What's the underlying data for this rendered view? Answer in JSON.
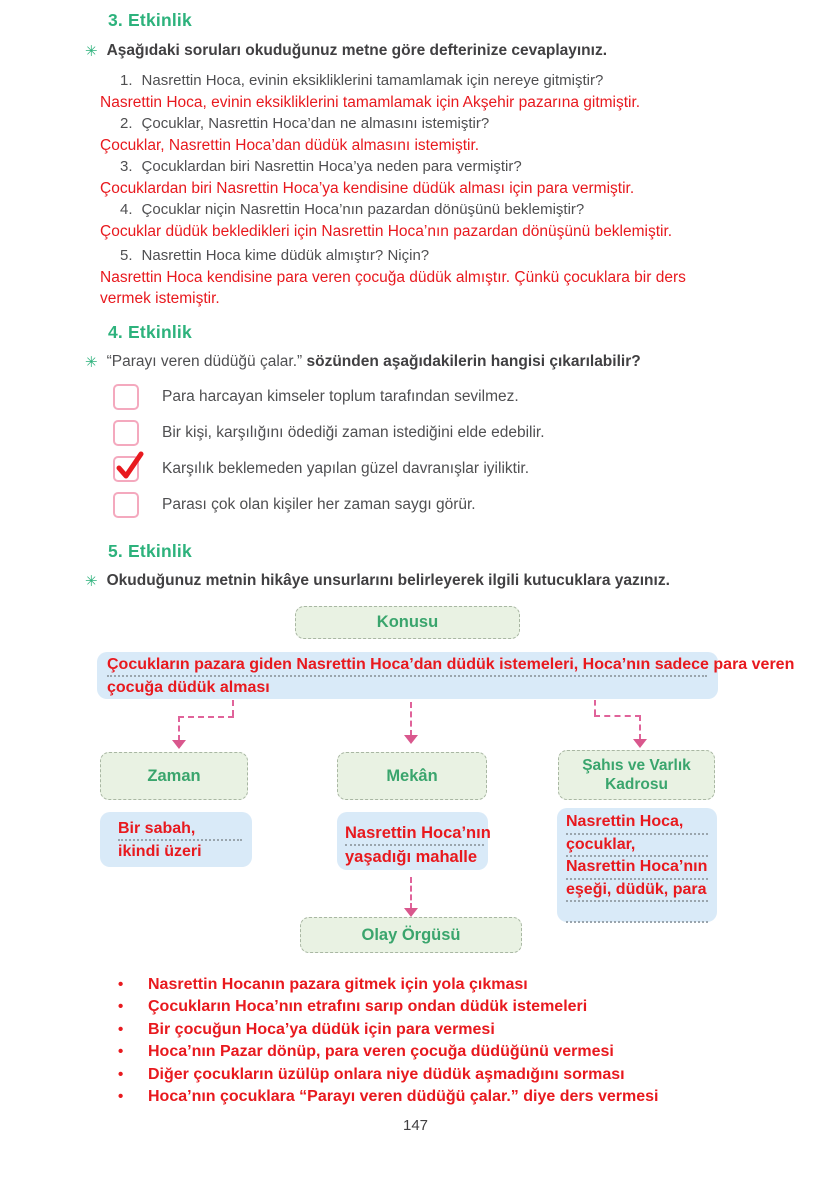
{
  "icons": {
    "asterisk": "✳",
    "bullet": "•"
  },
  "colors": {
    "accent_green": "#2db27c",
    "answer_red": "#e8191e",
    "green_box_fill": "#e9f2e3",
    "blue_box_fill": "#d9eaf8",
    "arrow_pink": "#d9578d",
    "checkbox_pink": "#f4a9be"
  },
  "page": {
    "number": "147"
  },
  "activity3": {
    "heading": "3. Etkinlik",
    "instruction": "Aşağıdaki soruları okuduğunuz metne göre defterinize cevaplayınız.",
    "questions": [
      {
        "num": "1.",
        "q": "Nasrettin Hoca, evinin eksikliklerini tamamlamak için nereye gitmiştir?",
        "a": "Nasrettin Hoca, evinin eksikliklerini tamamlamak için Akşehir pazarına gitmiştir."
      },
      {
        "num": "2.",
        "q": "Çocuklar, Nasrettin Hoca’dan ne almasını istemiştir?",
        "a": "Çocuklar, Nasrettin Hoca’dan düdük almasını istemiştir."
      },
      {
        "num": "3.",
        "q": "Çocuklardan biri Nasrettin Hoca’ya neden para vermiştir?",
        "a": "Çocuklardan biri Nasrettin Hoca’ya kendisine düdük alması için para vermiştir."
      },
      {
        "num": "4.",
        "q": "Çocuklar niçin Nasrettin Hoca’nın pazardan dönüşünü beklemiştir?",
        "a": "Çocuklar düdük bekledikleri için Nasrettin Hoca’nın pazardan dönüşünü beklemiştir."
      },
      {
        "num": "5.",
        "q": "Nasrettin Hoca kime düdük almıştır? Niçin?",
        "a": "Nasrettin Hoca kendisine para veren çocuğa düdük almıştır. Çünkü çocuklara bir ders vermek istemiştir."
      }
    ]
  },
  "activity4": {
    "heading": "4. Etkinlik",
    "question_quote": "“Parayı veren düdüğü çalar.”",
    "question_rest": "sözünden aşağıdakilerin hangisi çıkarılabilir?",
    "options": [
      {
        "label": "Para harcayan kimseler toplum tarafından sevilmez.",
        "checked": false
      },
      {
        "label": "Bir kişi, karşılığını ödediği zaman istediğini elde edebilir.",
        "checked": false
      },
      {
        "label": "Karşılık beklemeden yapılan güzel davranışlar iyiliktir.",
        "checked": true
      },
      {
        "label": "Parası çok olan kişiler her zaman saygı görür.",
        "checked": false
      }
    ]
  },
  "activity5": {
    "heading": "5. Etkinlik",
    "instruction": "Okuduğunuz metnin hikâye unsurlarını belirleyerek ilgili kutucuklara yazınız.",
    "diagram": {
      "konusu_label": "Konusu",
      "konusu_answer_line1": "Çocukların pazara giden Nasrettin Hoca’dan düdük istemeleri, Hoca’nın sadece para veren",
      "konusu_answer_line2": "çocuğa düdük alması",
      "zaman_label": "Zaman",
      "zaman_answer_line1": "Bir sabah,",
      "zaman_answer_line2": "ikindi üzeri",
      "mekan_label": "Mekân",
      "mekan_answer_line1": "Nasrettin Hoca’nın",
      "mekan_answer_line2": "yaşadığı mahalle",
      "sahis_label_line1": "Şahıs ve Varlık",
      "sahis_label_line2": "Kadrosu",
      "sahis_answers": [
        "Nasrettin Hoca,",
        "çocuklar,",
        "Nasrettin Hoca’nın",
        "eşeği, düdük, para"
      ],
      "olay_label": "Olay Örgüsü"
    },
    "events": [
      "Nasrettin Hocanın pazara gitmek için yola çıkması",
      "Çocukların Hoca’nın etrafını sarıp ondan düdük istemeleri",
      "Bir çocuğun Hoca’ya düdük için para vermesi",
      "Hoca’nın Pazar dönüp, para veren çocuğa düdüğünü vermesi",
      "Diğer çocukların üzülüp onlara niye düdük aşmadığını sorması",
      "Hoca’nın çocuklara “Parayı veren düdüğü çalar.” diye ders vermesi"
    ]
  }
}
